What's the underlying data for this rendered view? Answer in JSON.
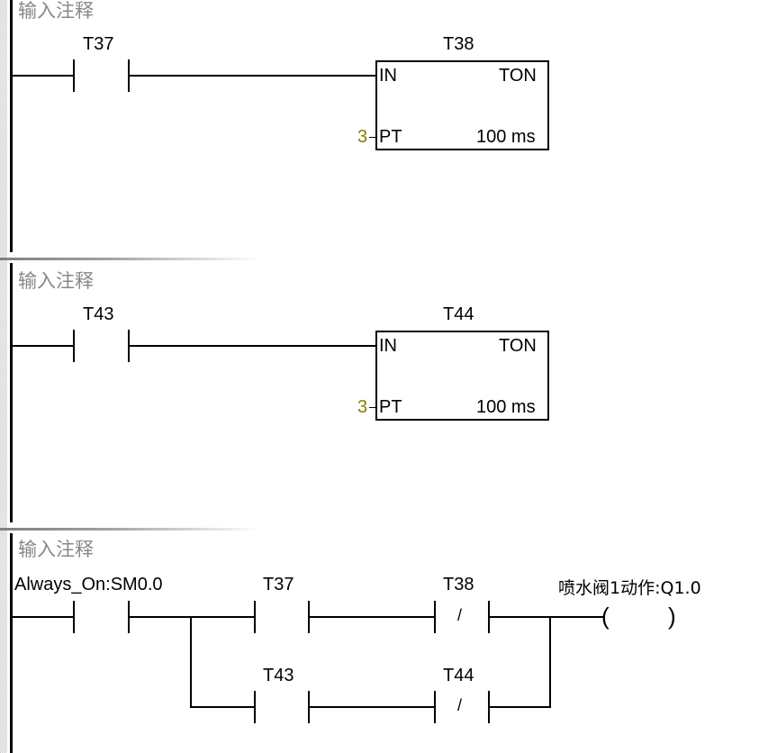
{
  "networks": [
    {
      "comment": "输入注释",
      "contact": {
        "address": "T37",
        "type": "NO"
      },
      "timer": {
        "name": "T38",
        "type_label": "TON",
        "in_label": "IN",
        "pt_label": "PT",
        "preset": "3",
        "resolution": "100 ms"
      }
    },
    {
      "comment": "输入注释",
      "contact": {
        "address": "T43",
        "type": "NO"
      },
      "timer": {
        "name": "T44",
        "type_label": "TON",
        "in_label": "IN",
        "pt_label": "PT",
        "preset": "3",
        "resolution": "100 ms"
      }
    },
    {
      "comment": "输入注释",
      "first_contact": {
        "address": "Always_On:SM0.0",
        "type": "NO"
      },
      "branch1": [
        {
          "address": "T37",
          "type": "NO"
        },
        {
          "address": "T38",
          "type": "NC",
          "symbol": "/"
        }
      ],
      "branch2": [
        {
          "address": "T43",
          "type": "NO"
        },
        {
          "address": "T44",
          "type": "NC",
          "symbol": "/"
        }
      ],
      "coil": {
        "address": "喷水阀1动作:Q1.0",
        "left": "(",
        "right": ")"
      }
    }
  ],
  "colors": {
    "rail": "#000000",
    "comment": "#888888",
    "preset": "#808000"
  }
}
